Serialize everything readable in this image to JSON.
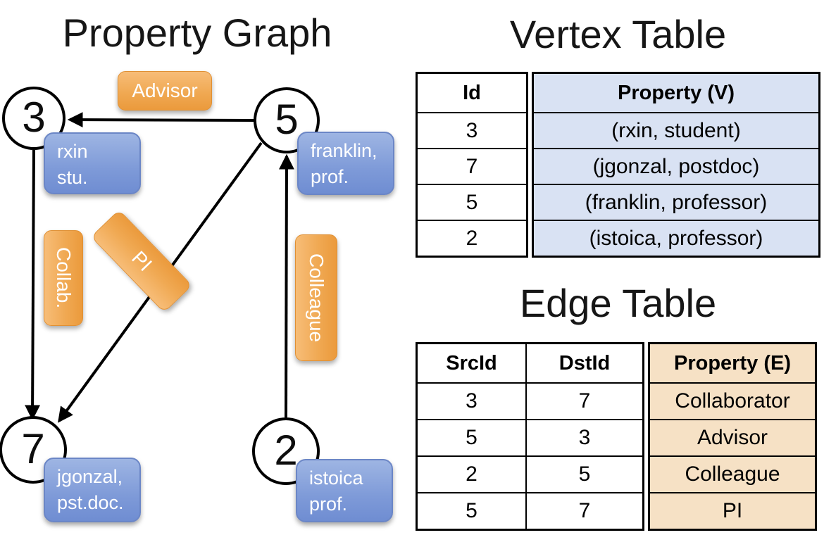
{
  "titles": {
    "graph": "Property Graph",
    "vertex_table": "Vertex Table",
    "edge_table": "Edge Table"
  },
  "graph": {
    "nodes": [
      {
        "id": "3",
        "label_lines": [
          "rxin",
          "stu."
        ]
      },
      {
        "id": "5",
        "label_lines": [
          "franklin,",
          "prof."
        ]
      },
      {
        "id": "7",
        "label_lines": [
          "jgonzal,",
          "pst.doc."
        ]
      },
      {
        "id": "2",
        "label_lines": [
          "istoica",
          "prof."
        ]
      }
    ],
    "edges": [
      {
        "src": "5",
        "dst": "3",
        "label": "Advisor"
      },
      {
        "src": "3",
        "dst": "7",
        "label": "Collab."
      },
      {
        "src": "5",
        "dst": "7",
        "label": "PI"
      },
      {
        "src": "2",
        "dst": "5",
        "label": "Colleague"
      }
    ]
  },
  "vertex_table": {
    "columns": [
      "Id",
      "Property (V)"
    ],
    "rows": [
      [
        "3",
        "(rxin, student)"
      ],
      [
        "7",
        "(jgonzal, postdoc)"
      ],
      [
        "5",
        "(franklin, professor)"
      ],
      [
        "2",
        "(istoica, professor)"
      ]
    ]
  },
  "edge_table": {
    "columns": [
      "SrcId",
      "DstId",
      "Property (E)"
    ],
    "rows": [
      [
        "3",
        "7",
        "Collaborator"
      ],
      [
        "5",
        "3",
        "Advisor"
      ],
      [
        "2",
        "5",
        "Colleague"
      ],
      [
        "5",
        "7",
        "PI"
      ]
    ]
  },
  "colors": {
    "vertex_property_fill": "#d9e2f3",
    "edge_property_fill": "#f6e1c5",
    "node_box_blue": "#7e9ad8",
    "edge_label_orange": "#f0a953",
    "line": "#000000"
  }
}
